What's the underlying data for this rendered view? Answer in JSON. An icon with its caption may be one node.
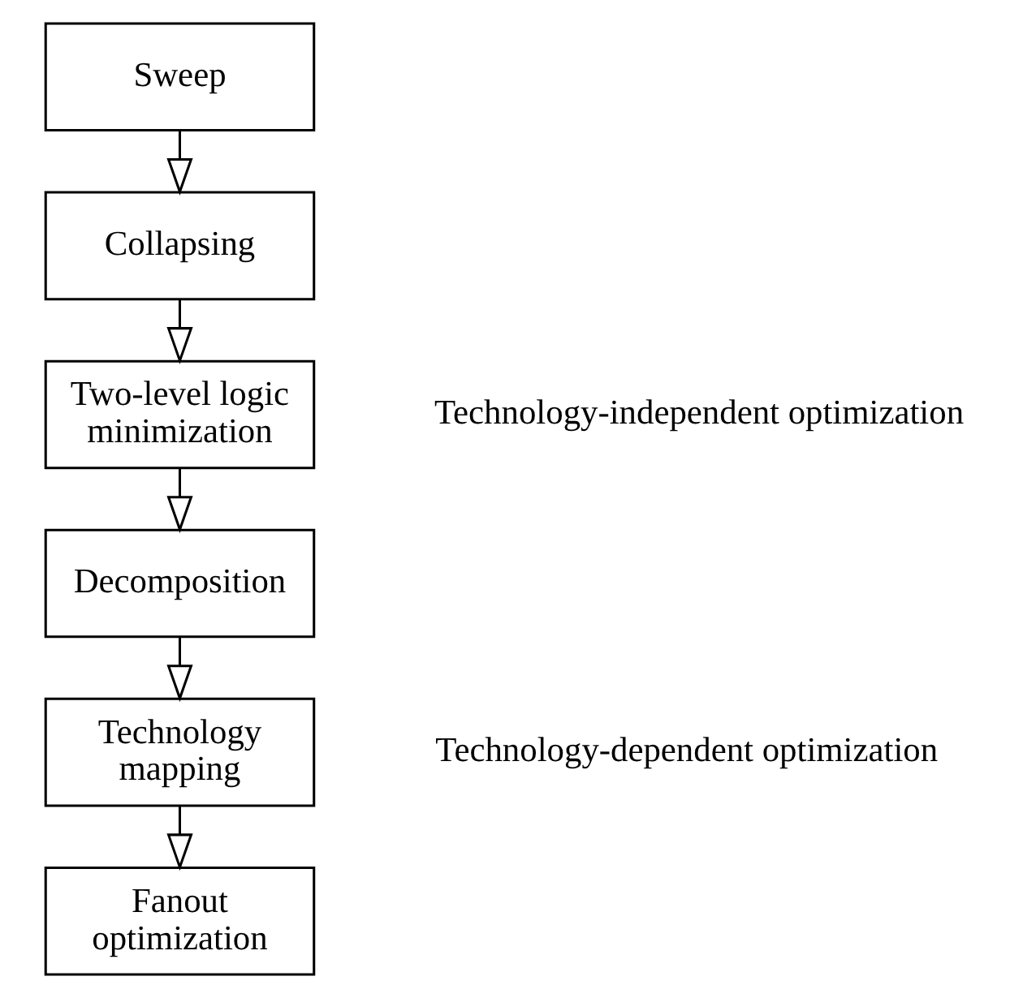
{
  "diagram": {
    "nodes": [
      {
        "text": [
          "Sweep"
        ]
      },
      {
        "text": [
          "Collapsing"
        ]
      },
      {
        "text": [
          "Two-level logic minimization"
        ]
      },
      {
        "text": [
          "Decomposition"
        ]
      },
      {
        "text": [
          "Technology mapping"
        ]
      },
      {
        "text": [
          "Fanout optimization"
        ]
      }
    ],
    "edges": [
      {
        "from": 0,
        "to": 1,
        "arrow": "to"
      },
      {
        "from": 1,
        "to": 2,
        "arrow": "to"
      },
      {
        "from": 2,
        "to": 3,
        "arrow": "to"
      },
      {
        "from": 3,
        "to": 4,
        "arrow": "to"
      },
      {
        "from": 4,
        "to": 5,
        "arrow": "to"
      }
    ],
    "labels": [
      "Technology-independent optimization",
      "Technology-dependent optimization"
    ]
  }
}
